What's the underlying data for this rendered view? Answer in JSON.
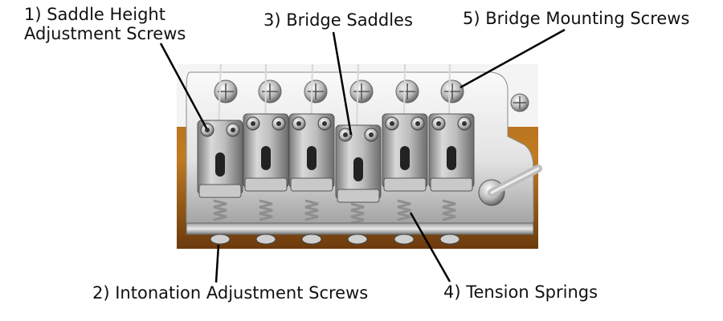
{
  "labels": {
    "saddle_height": [
      "1) Saddle Height",
      "Adjustment Screws"
    ],
    "intonation": "2) Intonation Adjustment Screws",
    "saddles": "3) Bridge Saddles",
    "springs": "4) Tension Springs",
    "mounting": "5) Bridge Mounting Screws"
  },
  "colors": {
    "wood": "#b8731a",
    "wood_dark": "#6e3c0c",
    "chrome_light": "#f2f2f2",
    "chrome_mid": "#c8c8c8",
    "chrome_dark": "#5a5a5a",
    "leader": "#000000",
    "text": "#111111"
  }
}
